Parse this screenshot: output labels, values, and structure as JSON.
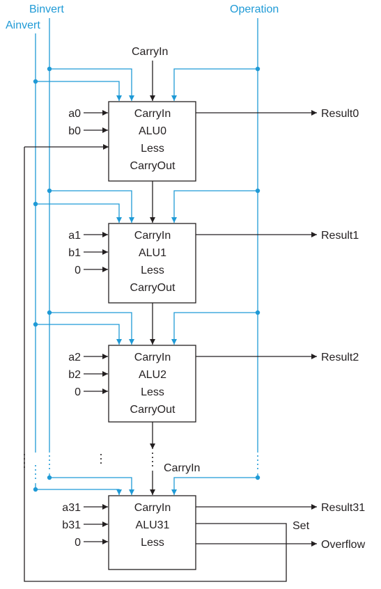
{
  "colors": {
    "control": "#1f9ad6",
    "data": "#231f20",
    "background": "#ffffff"
  },
  "labels": {
    "binvert": "Binvert",
    "ainvert": "Ainvert",
    "operation": "Operation",
    "carryin_top": "CarryIn",
    "carryin_31": "CarryIn",
    "set": "Set",
    "vertical_ellipsis": "⋮"
  },
  "alus": [
    {
      "name": "ALU0",
      "ports": [
        "CarryIn",
        "ALU0",
        "Less",
        "CarryOut"
      ],
      "inputs": [
        "a0",
        "b0"
      ],
      "less_input": "",
      "outputs": [
        "Result0"
      ]
    },
    {
      "name": "ALU1",
      "ports": [
        "CarryIn",
        "ALU1",
        "Less",
        "CarryOut"
      ],
      "inputs": [
        "a1",
        "b1"
      ],
      "less_input": "0",
      "outputs": [
        "Result1"
      ]
    },
    {
      "name": "ALU2",
      "ports": [
        "CarryIn",
        "ALU2",
        "Less",
        "CarryOut"
      ],
      "inputs": [
        "a2",
        "b2"
      ],
      "less_input": "0",
      "outputs": [
        "Result2"
      ]
    },
    {
      "name": "ALU31",
      "ports": [
        "CarryIn",
        "ALU31",
        "Less"
      ],
      "inputs": [
        "a31",
        "b31"
      ],
      "less_input": "0",
      "outputs": [
        "Result31",
        "Overflow"
      ]
    }
  ]
}
